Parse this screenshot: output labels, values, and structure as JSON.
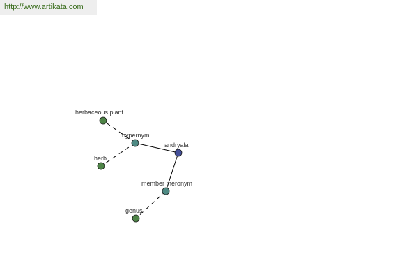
{
  "banner": {
    "url": "http://www.artikata.com"
  },
  "graph": {
    "colors": {
      "center_node": "#44509a",
      "relation_node": "#4e8a84",
      "leaf_node": "#4e8447",
      "solid_edge": "#000000",
      "dashed_edge": "#000000"
    },
    "nodes": [
      {
        "id": "andryala",
        "label": "andryala",
        "kind": "center"
      },
      {
        "id": "hypernym",
        "label": "hypernym",
        "kind": "relation"
      },
      {
        "id": "member_meronym",
        "label": "member meronym",
        "kind": "relation"
      },
      {
        "id": "herbaceous_plant",
        "label": "herbaceous plant",
        "kind": "leaf"
      },
      {
        "id": "herb",
        "label": "herb",
        "kind": "leaf"
      },
      {
        "id": "genus",
        "label": "genus",
        "kind": "leaf"
      }
    ],
    "edges": [
      {
        "from": "andryala",
        "to": "hypernym",
        "style": "solid"
      },
      {
        "from": "andryala",
        "to": "member_meronym",
        "style": "solid"
      },
      {
        "from": "hypernym",
        "to": "herbaceous_plant",
        "style": "dashed"
      },
      {
        "from": "hypernym",
        "to": "herb",
        "style": "dashed"
      },
      {
        "from": "member_meronym",
        "to": "genus",
        "style": "dashed"
      }
    ]
  }
}
